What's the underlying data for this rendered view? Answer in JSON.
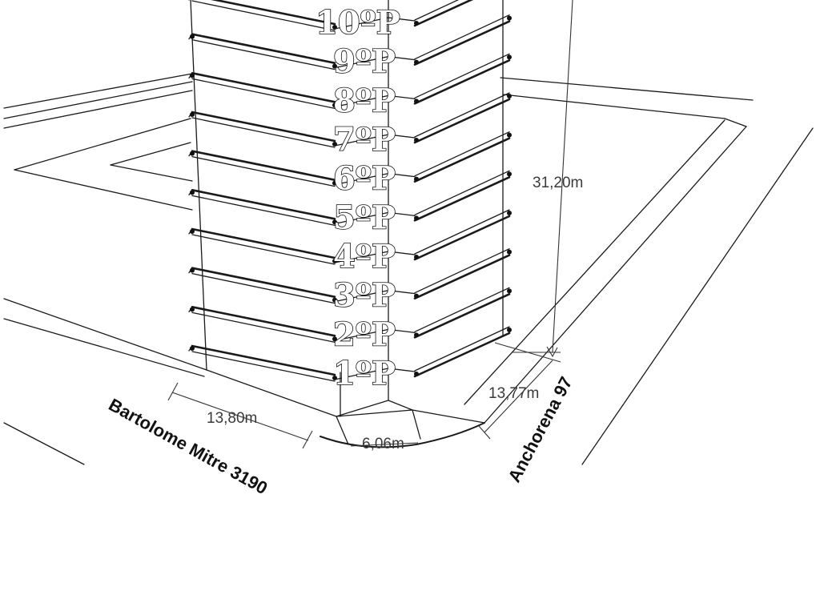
{
  "floors": [
    "1ºP",
    "2ºP",
    "3ºP",
    "4ºP",
    "5ºP",
    "6ºP",
    "7ºP",
    "8ºP",
    "9ºP",
    "10ºP"
  ],
  "dimensions": {
    "height": "31,20m",
    "front_left": "13,80m",
    "front_right": "13,77m",
    "corner": "6,06m"
  },
  "streets": {
    "left": "Bartolome Mitre 3190",
    "right": "Anchorena 97"
  },
  "colors": {
    "line": "#1a1a1a",
    "dimension_text": "#3a3a3a",
    "background": "#ffffff"
  }
}
